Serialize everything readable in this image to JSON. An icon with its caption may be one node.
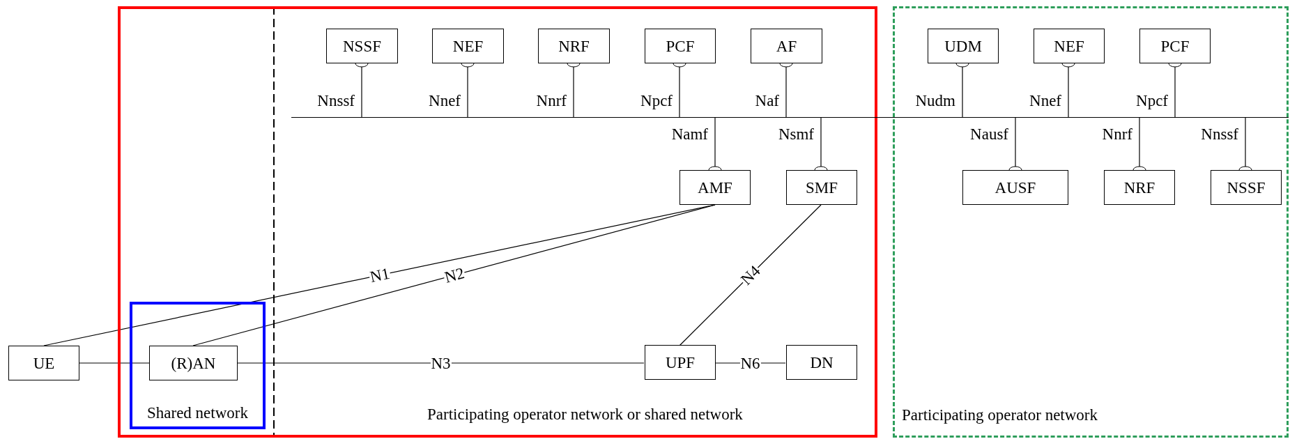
{
  "diagram": {
    "nodes": [
      {
        "text": [
          "Participating operator network or shared network"
        ]
      },
      {
        "text": [
          "NSSF"
        ],
        "in": 0
      },
      {
        "text": [
          "NEF"
        ],
        "in": 0
      },
      {
        "text": [
          "NRF"
        ],
        "in": 0
      },
      {
        "text": [
          "PCF"
        ],
        "in": 0
      },
      {
        "text": [
          "AF"
        ],
        "in": 0
      },
      {
        "text": [
          "AMF"
        ],
        "in": 0
      },
      {
        "text": [
          "SMF"
        ],
        "in": 0
      },
      {
        "text": [
          "Shared network"
        ],
        "in": 0
      },
      {
        "text": [
          "(R)AN"
        ],
        "in": 8
      },
      {
        "text": [
          "UPF"
        ],
        "in": 0
      },
      {
        "text": [
          "DN"
        ],
        "in": 0
      },
      {
        "text": [
          "Participating operator network"
        ]
      },
      {
        "text": [
          "UDM"
        ],
        "in": 12
      },
      {
        "text": [
          "NEF"
        ],
        "in": 12
      },
      {
        "text": [
          "PCF"
        ],
        "in": 12
      },
      {
        "text": [
          "AUSF"
        ],
        "in": 12
      },
      {
        "text": [
          "NRF"
        ],
        "in": 12
      },
      {
        "text": [
          "NSSF"
        ],
        "in": 12
      },
      {
        "text": [
          "UE"
        ]
      },
      {
        "text": [],
        "shape": "bar"
      }
    ],
    "edges": [
      {
        "from": 1,
        "to": 20,
        "arrow": "other",
        "label": "Nnssf"
      },
      {
        "from": 2,
        "to": 20,
        "arrow": "other",
        "label": "Nnef"
      },
      {
        "from": 3,
        "to": 20,
        "arrow": "other",
        "label": "Nnrf"
      },
      {
        "from": 4,
        "to": 20,
        "arrow": "other",
        "label": "Npcf"
      },
      {
        "from": 5,
        "to": 20,
        "arrow": "other",
        "label": "Naf"
      },
      {
        "from": 13,
        "to": 20,
        "arrow": "other",
        "label": "Nudm"
      },
      {
        "from": 14,
        "to": 20,
        "arrow": "other",
        "label": "Nnef"
      },
      {
        "from": 15,
        "to": 20,
        "arrow": "other",
        "label": "Npcf"
      },
      {
        "from": 6,
        "to": 20,
        "arrow": "other",
        "label": "Namf"
      },
      {
        "from": 7,
        "to": 20,
        "arrow": "other",
        "label": "Nsmf"
      },
      {
        "from": 16,
        "to": 20,
        "arrow": "other",
        "label": "Nausf"
      },
      {
        "from": 17,
        "to": 20,
        "arrow": "other",
        "label": "Nnrf"
      },
      {
        "from": 18,
        "to": 20,
        "arrow": "other",
        "label": "Nnssf"
      },
      {
        "from": 6,
        "to": 19,
        "arrow": "none",
        "label": "N1"
      },
      {
        "from": 6,
        "to": 9,
        "arrow": "none",
        "label": "N2"
      },
      {
        "from": 7,
        "to": 10,
        "arrow": "none",
        "label": "N4"
      },
      {
        "from": 19,
        "to": 9,
        "arrow": "none"
      },
      {
        "from": 9,
        "to": 10,
        "arrow": "none",
        "label": "N3"
      },
      {
        "from": 10,
        "to": 11,
        "arrow": "none",
        "label": "N6"
      }
    ]
  }
}
